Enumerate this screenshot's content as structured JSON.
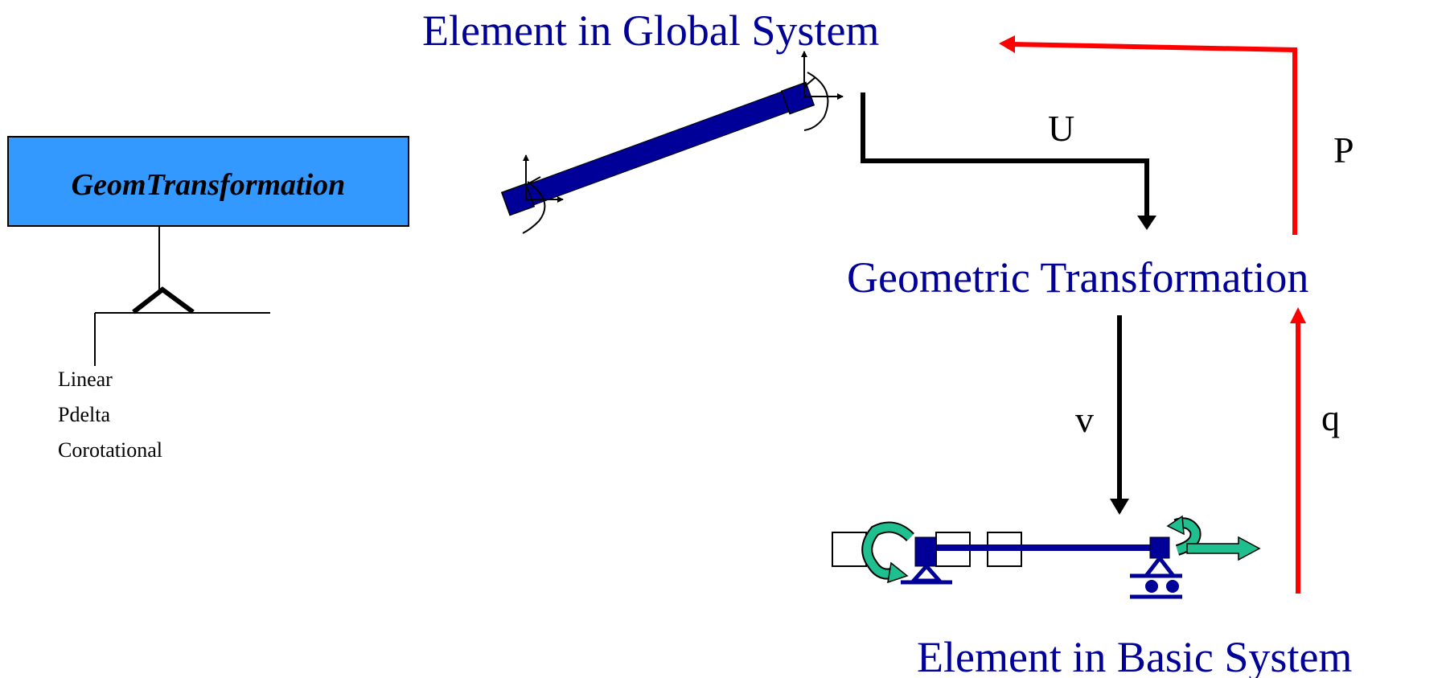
{
  "titles": {
    "global": "Element in Global System",
    "geometric": "Geometric Transformation",
    "basic": "Element in Basic System"
  },
  "labels": {
    "U": "U",
    "P": "P",
    "v": "v",
    "q": "q"
  },
  "class_box": {
    "name": "GeomTransformation",
    "subclasses": [
      "Linear",
      "Pdelta",
      "Corotational"
    ]
  },
  "colors": {
    "title_text": "#000099",
    "class_fill": "#3399ff",
    "element": "#000099",
    "force_arrow": "#ff0000",
    "disp_arrow": "#000000",
    "green_arrow": "#1fbf8f"
  }
}
